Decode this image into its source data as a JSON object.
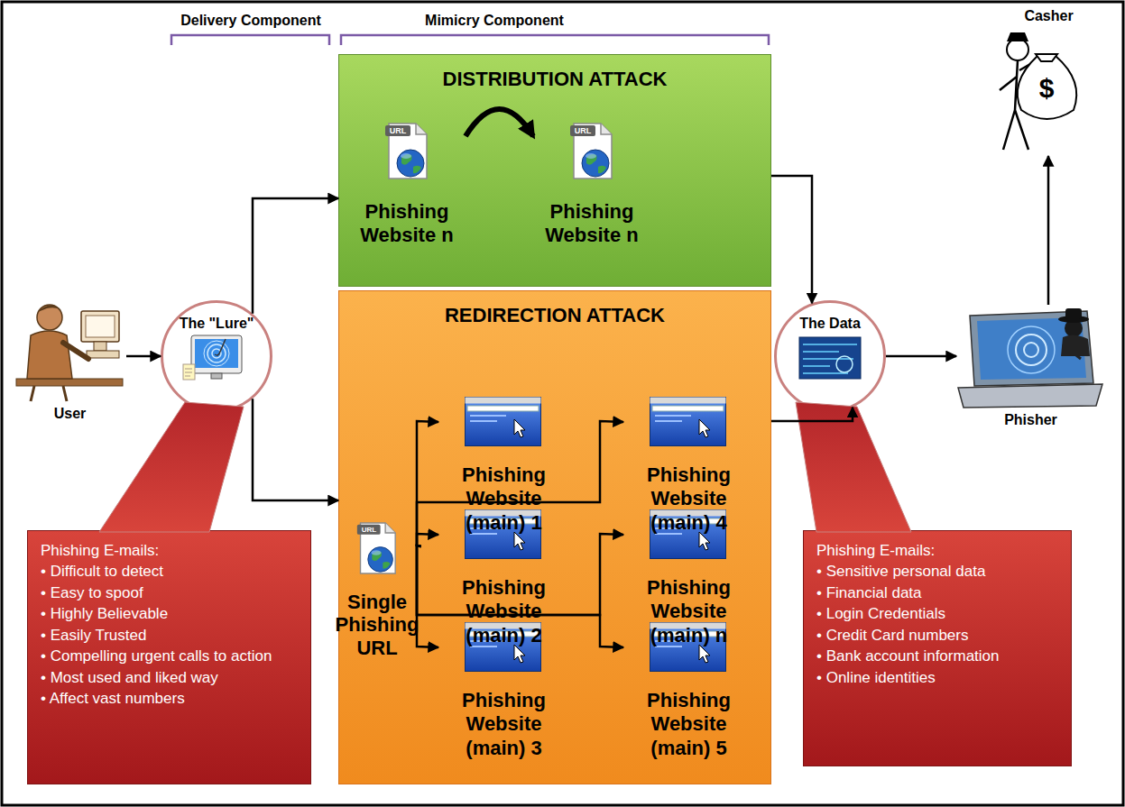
{
  "diagram": {
    "nodes": [
      {
        "text": [
          "User"
        ]
      },
      {
        "text": [
          "The \"Lure\""
        ]
      },
      {
        "text": [
          "Phishing E-mails:",
          "• Difficult to detect",
          "• Easy to spoof",
          "• Highly Believable",
          "• Easily Trusted",
          "• Compelling urgent calls to action",
          "• Most used and liked way",
          "• Affect vast numbers"
        ]
      },
      {
        "text": [
          "DISTRIBUTION ATTACK"
        ]
      },
      {
        "text": [
          "Phishing Website n"
        ],
        "in": 3
      },
      {
        "text": [
          "Phishing Website n"
        ],
        "in": 3
      },
      {
        "text": [
          "REDIRECTION ATTACK"
        ]
      },
      {
        "text": [
          "Single Phishing URL"
        ],
        "in": 6
      },
      {
        "text": [
          "Phishing Website (main) 1"
        ],
        "in": 6
      },
      {
        "text": [
          "Phishing Website (main) 2"
        ],
        "in": 6
      },
      {
        "text": [
          "Phishing Website (main) 3"
        ],
        "in": 6
      },
      {
        "text": [
          "Phishing Website (main) 4"
        ],
        "in": 6
      },
      {
        "text": [
          "Phishing Website (main) n"
        ],
        "in": 6
      },
      {
        "text": [
          "Phishing Website (main) 5"
        ],
        "in": 6
      },
      {
        "text": [
          "The Data"
        ]
      },
      {
        "text": [
          "Phishing E-mails:",
          "• Sensitive personal data",
          "• Financial data",
          "• Login Credentials",
          "• Credit Card numbers",
          "• Bank account information",
          "• Online identities"
        ]
      },
      {
        "text": [
          "Phisher"
        ]
      },
      {
        "text": [
          "Casher"
        ]
      }
    ],
    "edges": [
      {
        "from": 0,
        "to": 1,
        "arrow": "to"
      },
      {
        "from": 1,
        "to": 3,
        "arrow": "to"
      },
      {
        "from": 1,
        "to": 6,
        "arrow": "to"
      },
      {
        "from": 4,
        "to": 5,
        "arrow": "to"
      },
      {
        "from": 7,
        "to": 8,
        "arrow": "to"
      },
      {
        "from": 7,
        "to": 9,
        "arrow": "to"
      },
      {
        "from": 7,
        "to": 10,
        "arrow": "to"
      },
      {
        "from": 7,
        "to": 11,
        "arrow": "to"
      },
      {
        "from": 7,
        "to": 12,
        "arrow": "to"
      },
      {
        "from": 7,
        "to": 13,
        "arrow": "to"
      },
      {
        "from": 3,
        "to": 14,
        "arrow": "to"
      },
      {
        "from": 6,
        "to": 14,
        "arrow": "to"
      },
      {
        "from": 14,
        "to": 16,
        "arrow": "to"
      },
      {
        "from": 16,
        "to": 17,
        "arrow": "to"
      }
    ],
    "labels": [
      "Delivery Component",
      "Mimicry Component",
      "URL",
      "URL",
      "URL",
      "$"
    ]
  }
}
